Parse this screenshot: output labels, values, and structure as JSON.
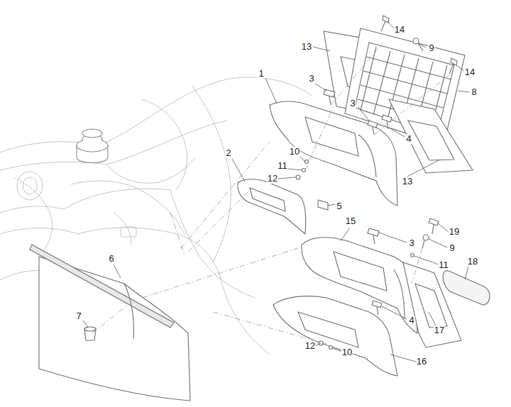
{
  "diagram": {
    "labels": [
      "14",
      "13",
      "9",
      "14",
      "1",
      "3",
      "8",
      "3",
      "4",
      "2",
      "10",
      "11",
      "12",
      "13",
      "5",
      "15",
      "19",
      "3",
      "9",
      "6",
      "18",
      "11",
      "4",
      "7",
      "17",
      "12",
      "10",
      "16"
    ]
  }
}
